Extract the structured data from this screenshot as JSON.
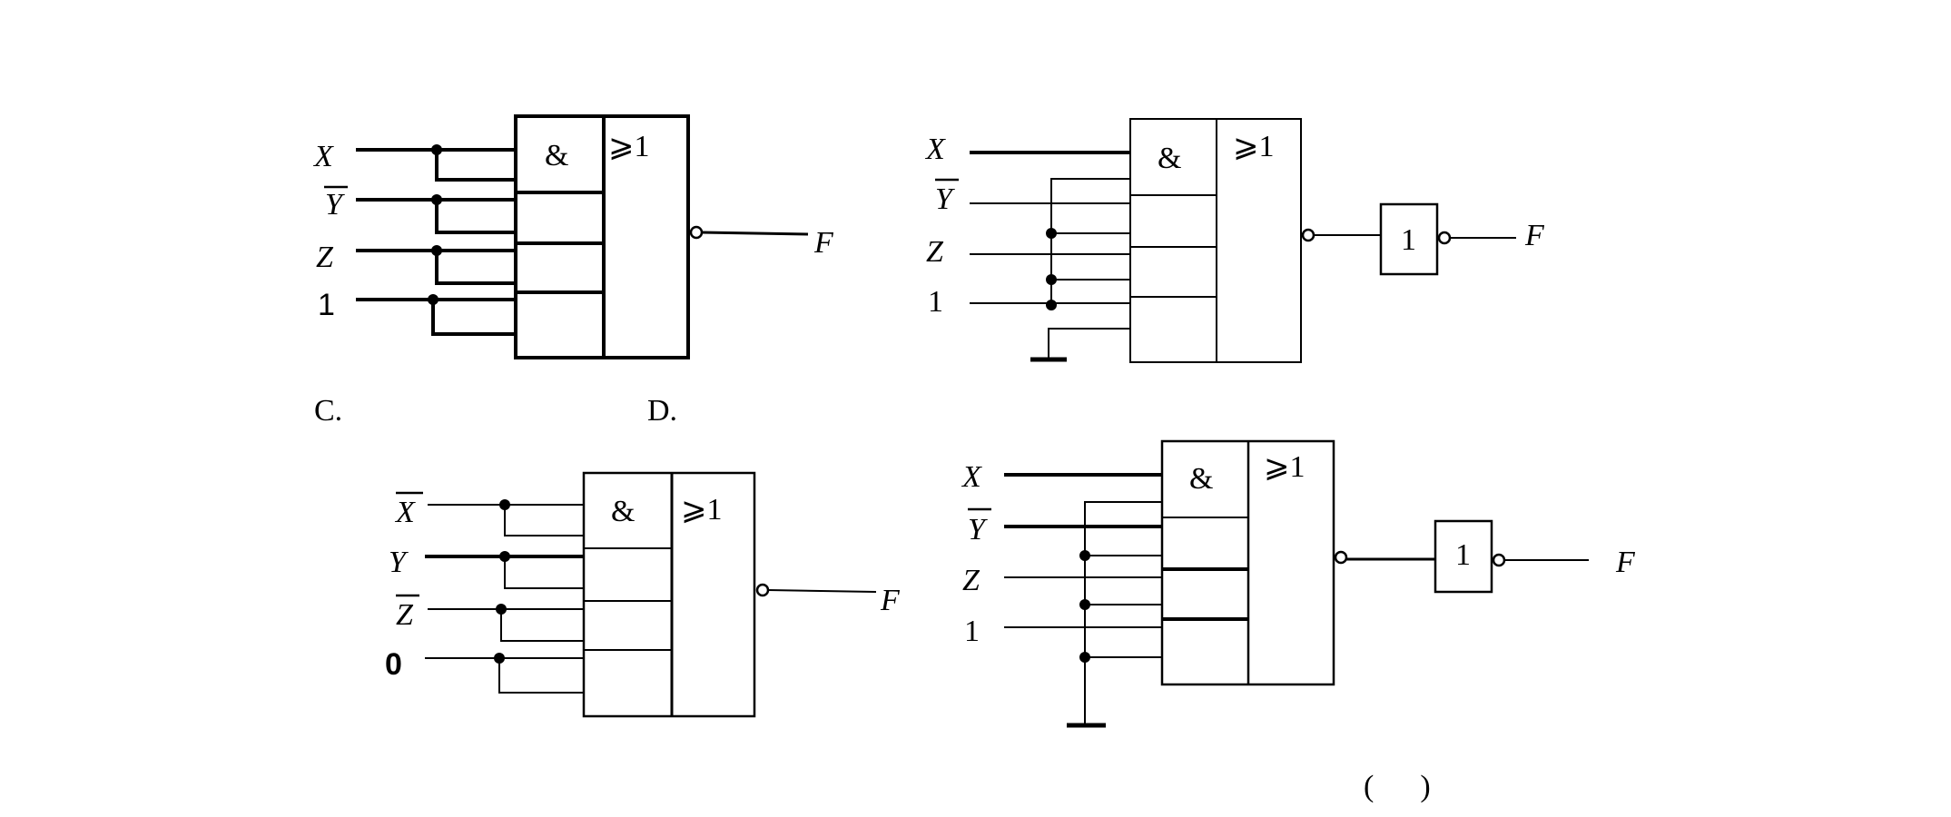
{
  "option_labels": {
    "c": "C.",
    "d": "D."
  },
  "answer_bracket": "(      )",
  "output_label": "F",
  "and_symbol": "&",
  "or_symbol": "⩾1",
  "not_symbol": "1",
  "diagrams": {
    "top_left": {
      "inputs": [
        "X",
        "Y",
        "Z",
        "1"
      ],
      "negated": [
        false,
        true,
        false,
        false
      ]
    },
    "top_right": {
      "inputs": [
        "X",
        "Y",
        "Z",
        "1"
      ],
      "negated": [
        false,
        true,
        false,
        false
      ]
    },
    "bottom_left": {
      "inputs": [
        "X",
        "Y",
        "Z",
        "0"
      ],
      "negated": [
        true,
        false,
        true,
        false
      ]
    },
    "bottom_right": {
      "inputs": [
        "X",
        "Y",
        "Z",
        "1"
      ],
      "negated": [
        false,
        true,
        false,
        false
      ]
    }
  }
}
